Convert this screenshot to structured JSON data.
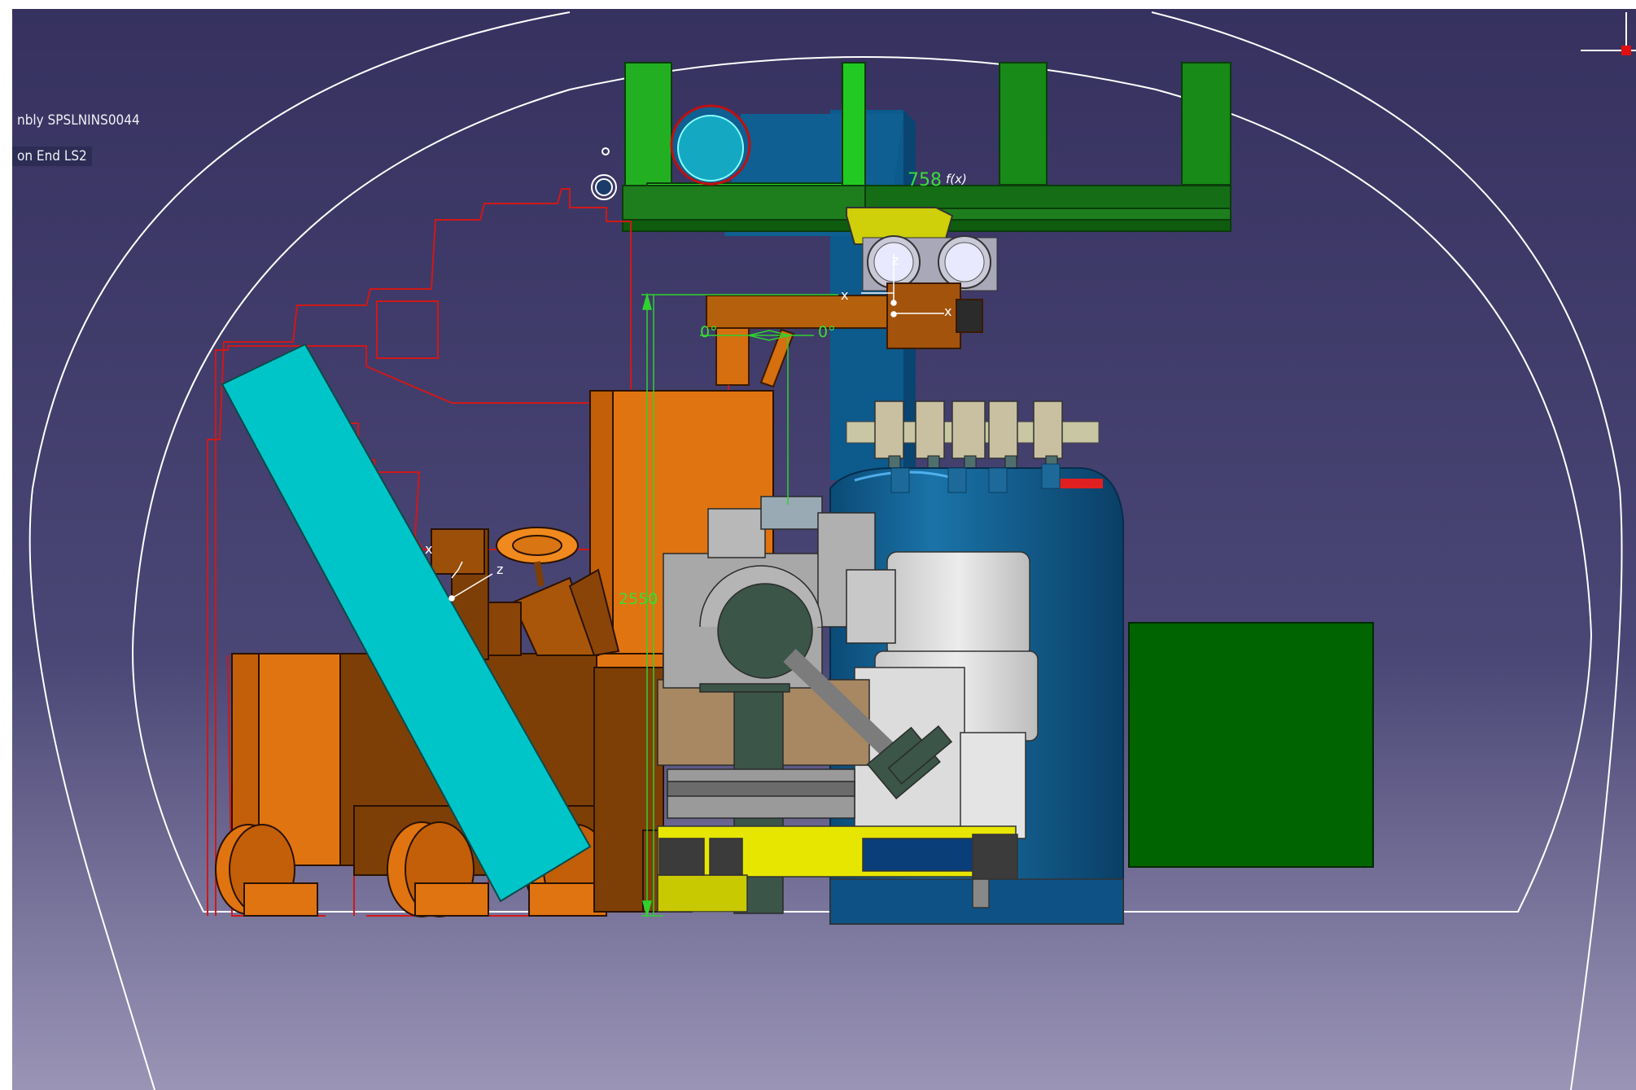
{
  "tree": {
    "assembly_label": "nbly SPSLNINS0044",
    "part_label": "on End LS2"
  },
  "dimensions": {
    "vertical_length": "2550",
    "angle_left": "0°",
    "angle_right": "0°",
    "top_offset": "758"
  },
  "axes": {
    "x": "x",
    "z": "z"
  },
  "colors": {
    "background_top": "#393463",
    "background_bottom": "#9a95b6",
    "tunnel_outline": "#ffffff",
    "support_frame": "#1f8c1f",
    "forklift": "#e07410",
    "forklift_dark": "#7d3f06",
    "cyan_beam": "#00c5c8",
    "cryostat": "#0f5b8c",
    "envelope": "#d01818",
    "dimension": "#2fd22f",
    "green_block": "#006400"
  }
}
